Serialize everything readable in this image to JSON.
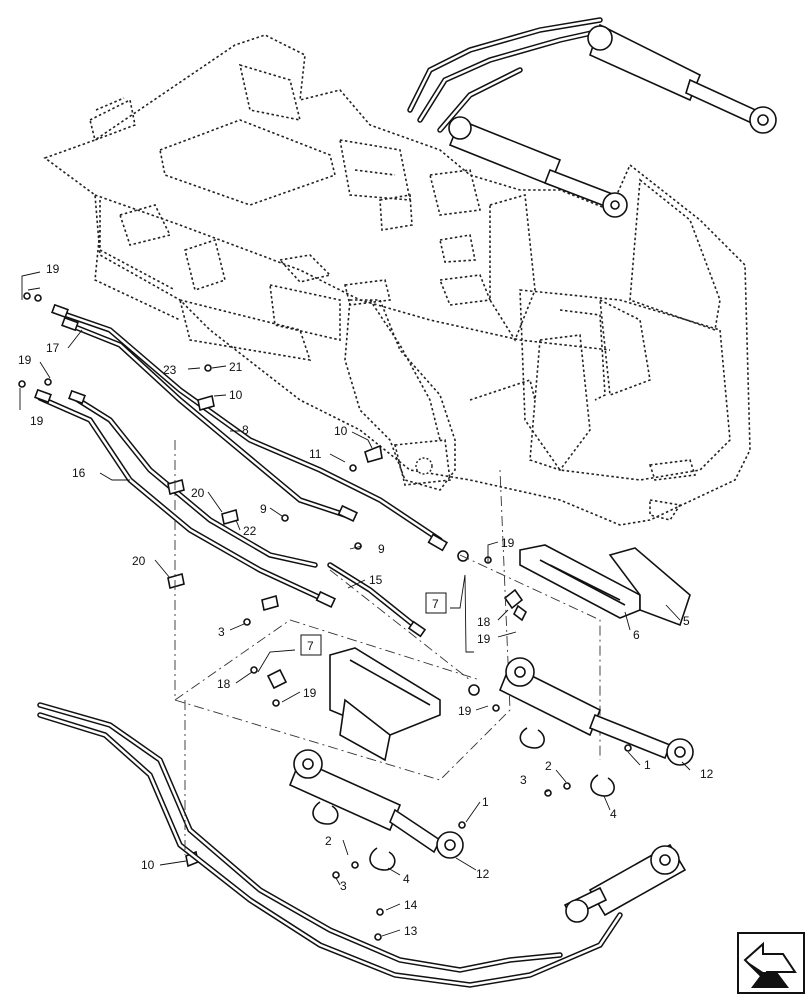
{
  "callouts": {
    "c19a": "19",
    "c17": "17",
    "c19b": "19",
    "c19c": "19",
    "c16": "16",
    "c23": "23",
    "c21": "21",
    "c10a": "10",
    "c8": "8",
    "c10b": "10",
    "c11": "11",
    "c20a": "20",
    "c22": "22",
    "c9a": "9",
    "c9b": "9",
    "c20b": "20",
    "c15": "15",
    "c3a": "3",
    "c19d": "19",
    "c18a": "18",
    "c19e": "19",
    "c5": "5",
    "c6": "6",
    "c7a": "7",
    "c7b": "7",
    "c18b": "18",
    "c19f": "19",
    "c19g": "19",
    "c2a": "2",
    "c3b": "3",
    "c4a": "4",
    "c1a": "1",
    "c12a": "12",
    "c2b": "2",
    "c3c": "3",
    "c4b": "4",
    "c1b": "1",
    "c12b": "12",
    "c10c": "10",
    "c14": "14",
    "c13": "13"
  },
  "icons": {
    "navigation": "next-page-arrow-icon"
  }
}
